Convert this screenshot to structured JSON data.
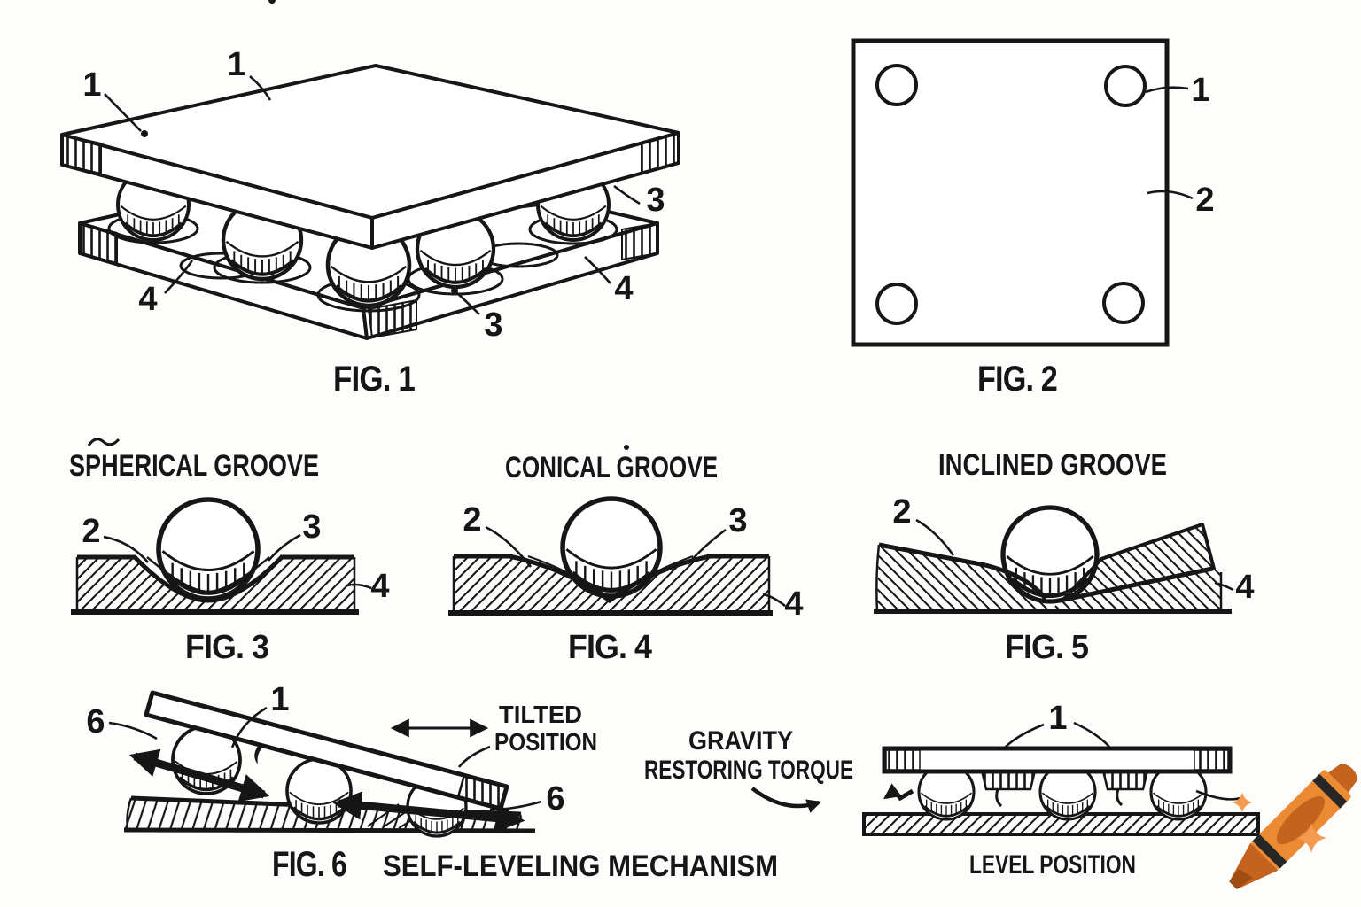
{
  "figures": {
    "fig1": {
      "caption": "FIG. 1",
      "labels": {
        "top_left_1": "1",
        "top_mid_1": "1",
        "right_3": "3",
        "left_4": "4",
        "right_4": "4",
        "bottom_3": "3"
      }
    },
    "fig2": {
      "caption": "FIG. 2",
      "labels": {
        "ball_1": "1",
        "plate_2": "2"
      }
    },
    "fig3": {
      "title": "SPHERICAL GROOVE",
      "caption": "FIG. 3",
      "labels": {
        "left_2": "2",
        "right_3": "3",
        "block_4": "4"
      }
    },
    "fig4": {
      "title": "CONICAL GROOVE",
      "caption": "FIG. 4",
      "labels": {
        "left_2": "2",
        "right_3": "3",
        "block_4": "4"
      }
    },
    "fig5": {
      "title": "INCLINED GROOVE",
      "caption": "FIG. 5",
      "labels": {
        "left_2": "2",
        "block_4": "4"
      }
    },
    "fig6": {
      "caption": "FIG. 6",
      "subtitle": "SELF-LEVELING MECHANISM",
      "annotation_line1": "TILTED",
      "annotation_line2": "POSITION",
      "labels": {
        "left_6": "6",
        "plate_1": "1",
        "right_6": "6"
      }
    },
    "level": {
      "caption": "LEVEL POSITION",
      "annotation_line1": "GRAVITY",
      "annotation_line2": "RESTORING TORQUE",
      "labels": {
        "plate_1": "1"
      }
    }
  },
  "colors": {
    "ink": "#161616",
    "crayon_body": "#EC8A33",
    "crayon_dark": "#C4631D",
    "crayon_deep": "#9E4E13",
    "crayon_stripe": "#262626",
    "sparkle": "#F29B51"
  }
}
